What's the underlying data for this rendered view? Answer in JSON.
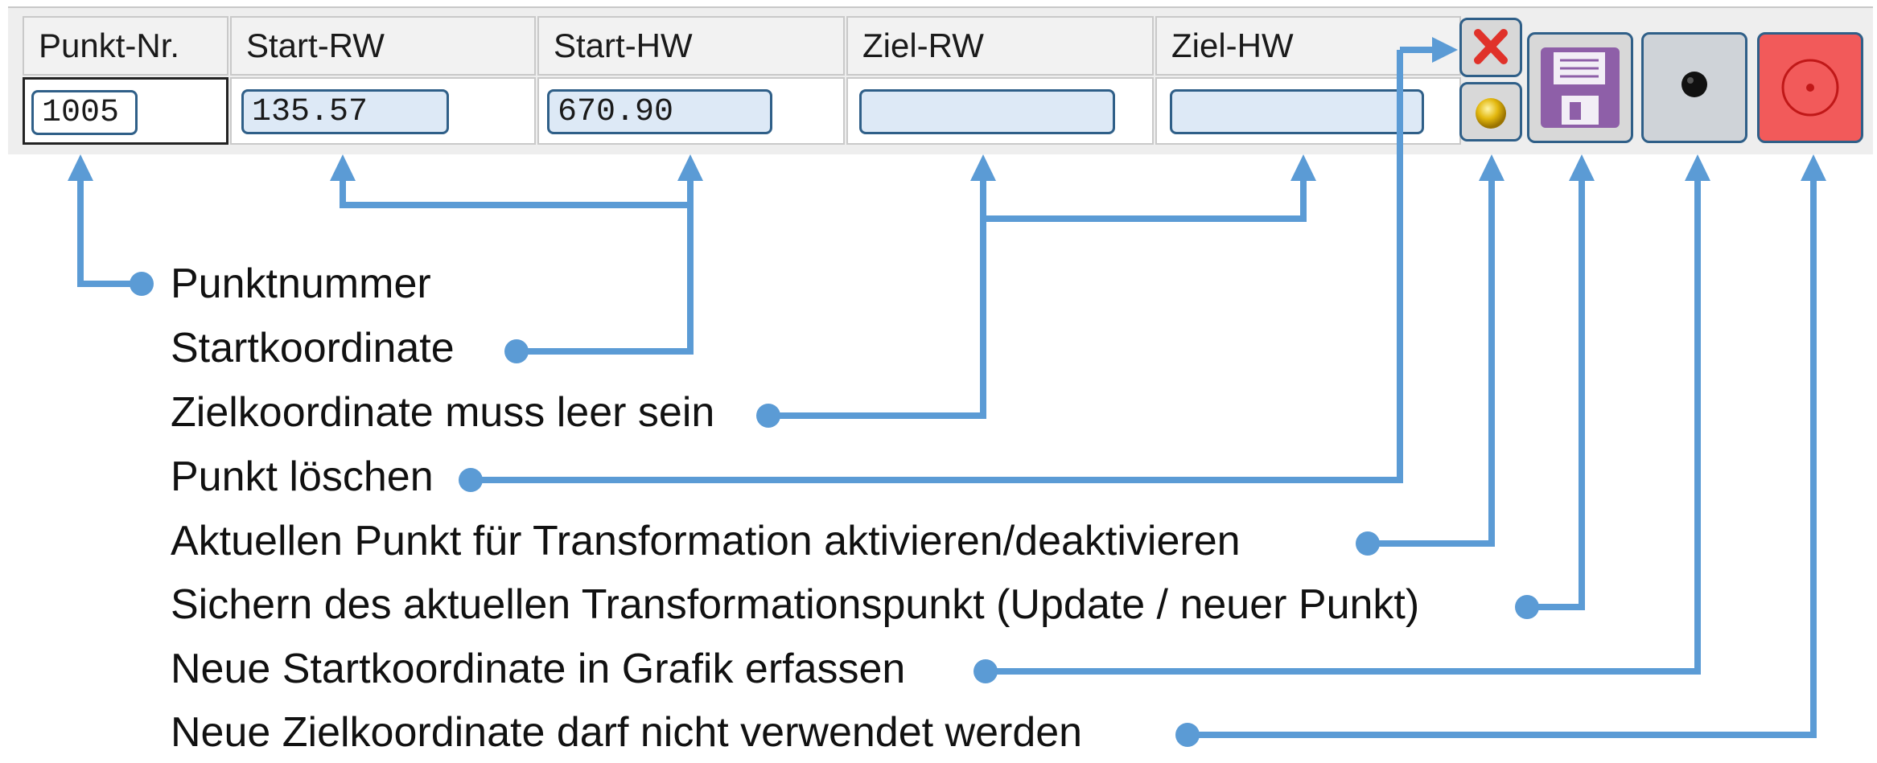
{
  "table": {
    "headers": [
      "Punkt-Nr.",
      "Start-RW",
      "Start-HW",
      "Ziel-RW",
      "Ziel-HW"
    ],
    "values": {
      "punkt_nr": "1005",
      "start_rw": "135.57",
      "start_hw": "670.90",
      "ziel_rw": "",
      "ziel_hw": ""
    }
  },
  "buttons": {
    "delete": "delete-x-icon",
    "activate": "yellow-dot-icon",
    "save": "floppy-disk-icon",
    "capture_start": "black-dot-icon",
    "capture_target": "target-circle-icon"
  },
  "annotations": [
    "Punktnummer",
    "Startkoordinate",
    "Zielkoordinate muss leer sein",
    "Punkt löschen",
    "Aktuellen Punkt für Transformation aktivieren/deaktivieren",
    "Sichern des aktuellen Transformationspunkt (Update / neuer Punkt)",
    "Neue Startkoordinate in Grafik erfassen",
    "Neue Zielkoordinate darf nicht verwendet werden"
  ],
  "colors": {
    "annotation_line": "#5b9bd5",
    "field_border": "#2f5f88",
    "field_fill": "#dde9f6",
    "save_purple": "#8e5fa8",
    "target_red": "#f25a5a",
    "delete_red": "#e0322a"
  }
}
